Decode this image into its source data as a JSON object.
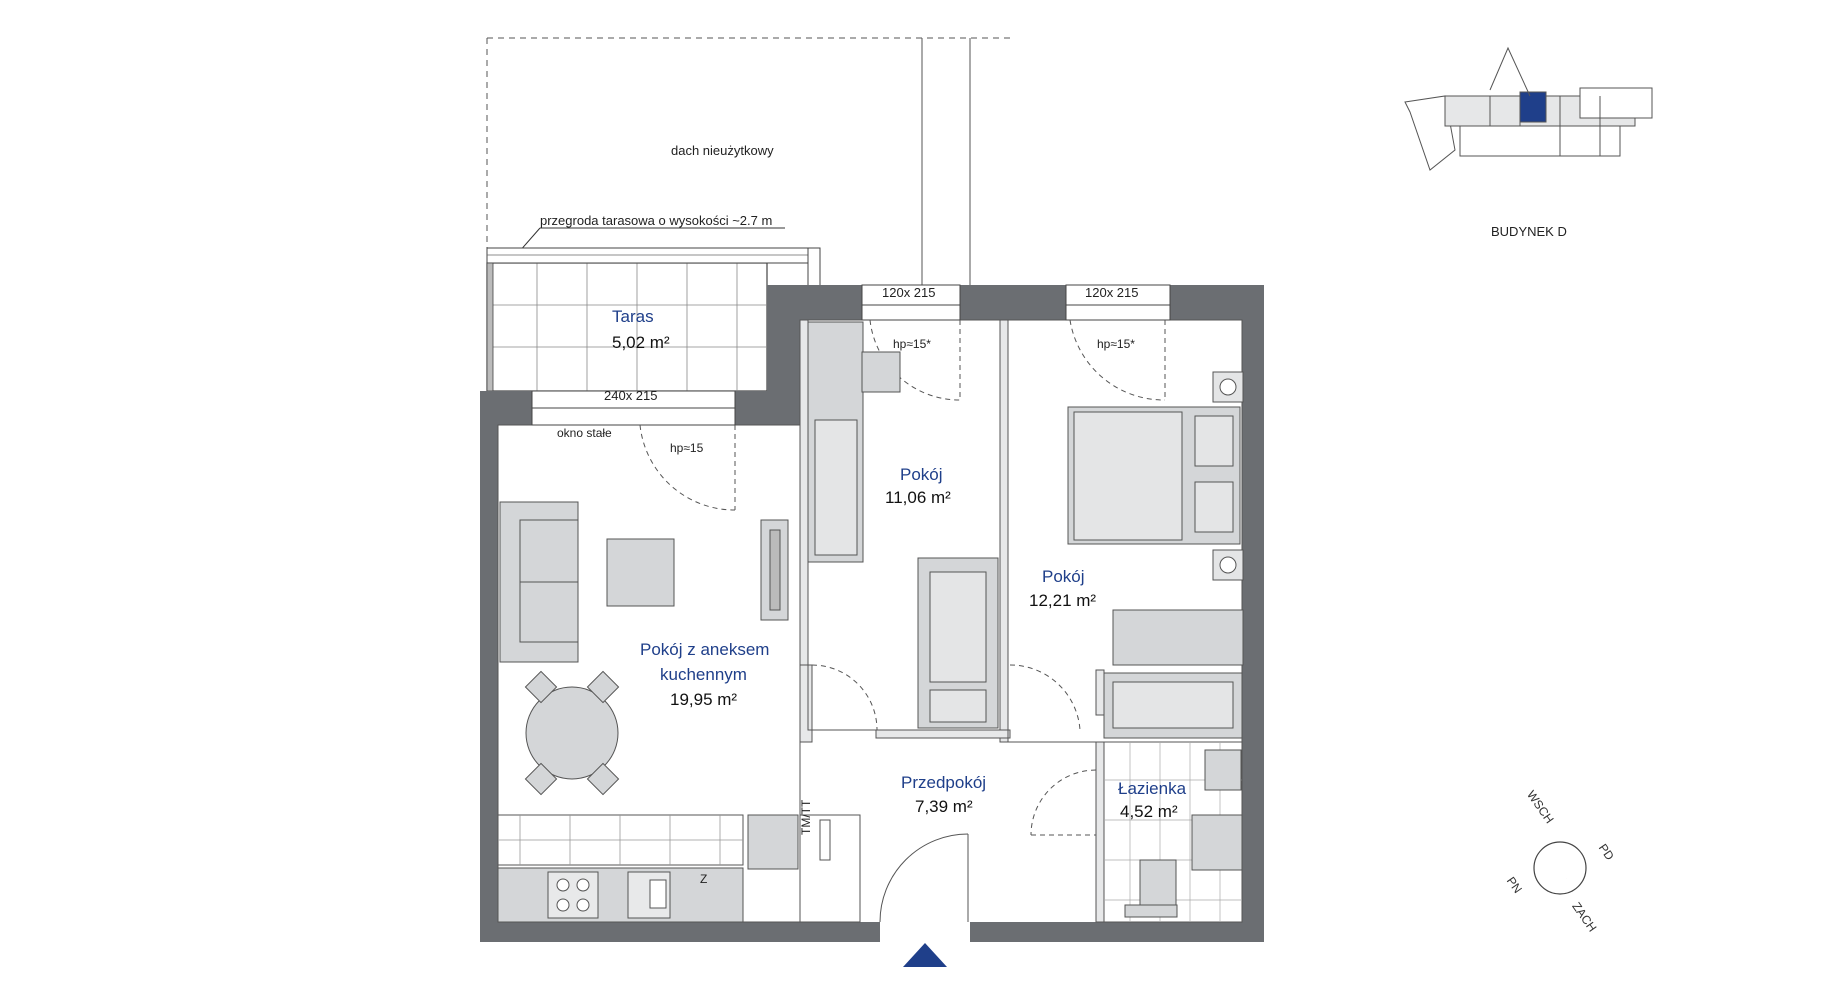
{
  "labels": {
    "dach": "dach nieużytkowy",
    "przegroda": "przegroda tarasowa o wysokości ~2.7 m",
    "budynek": "BUDYNEK D",
    "okno_stale": "okno stałe",
    "tm_tt": "TM/TT",
    "fridge": "Z"
  },
  "rooms": {
    "taras": {
      "name": "Taras",
      "area": "5,02 m²"
    },
    "pokoj1": {
      "name": "Pokój",
      "area": "11,06 m²"
    },
    "pokoj2": {
      "name": "Pokój",
      "area": "12,21 m²"
    },
    "salon": {
      "name1": "Pokój z aneksem",
      "name2": "kuchennym",
      "area": "19,95 m²"
    },
    "przedpokoj": {
      "name": "Przedpokój",
      "area": "7,39 m²"
    },
    "lazienka": {
      "name": "Łazienka",
      "area": "4,52 m²"
    }
  },
  "openings": {
    "door_terrace": "240x 215",
    "win_room1": "120x 215",
    "win_room2": "120x 215",
    "hp_terrace": "hp≈15",
    "hp_room1": "hp≈15*",
    "hp_room2": "hp≈15*"
  },
  "compass": {
    "n": "WSCH",
    "e": "PD",
    "s": "ZACH",
    "w": "PN"
  },
  "colors": {
    "wall": "#6b6e72",
    "furniture": "#d4d6d8",
    "accent": "#1f3f8a",
    "line": "#444444"
  }
}
